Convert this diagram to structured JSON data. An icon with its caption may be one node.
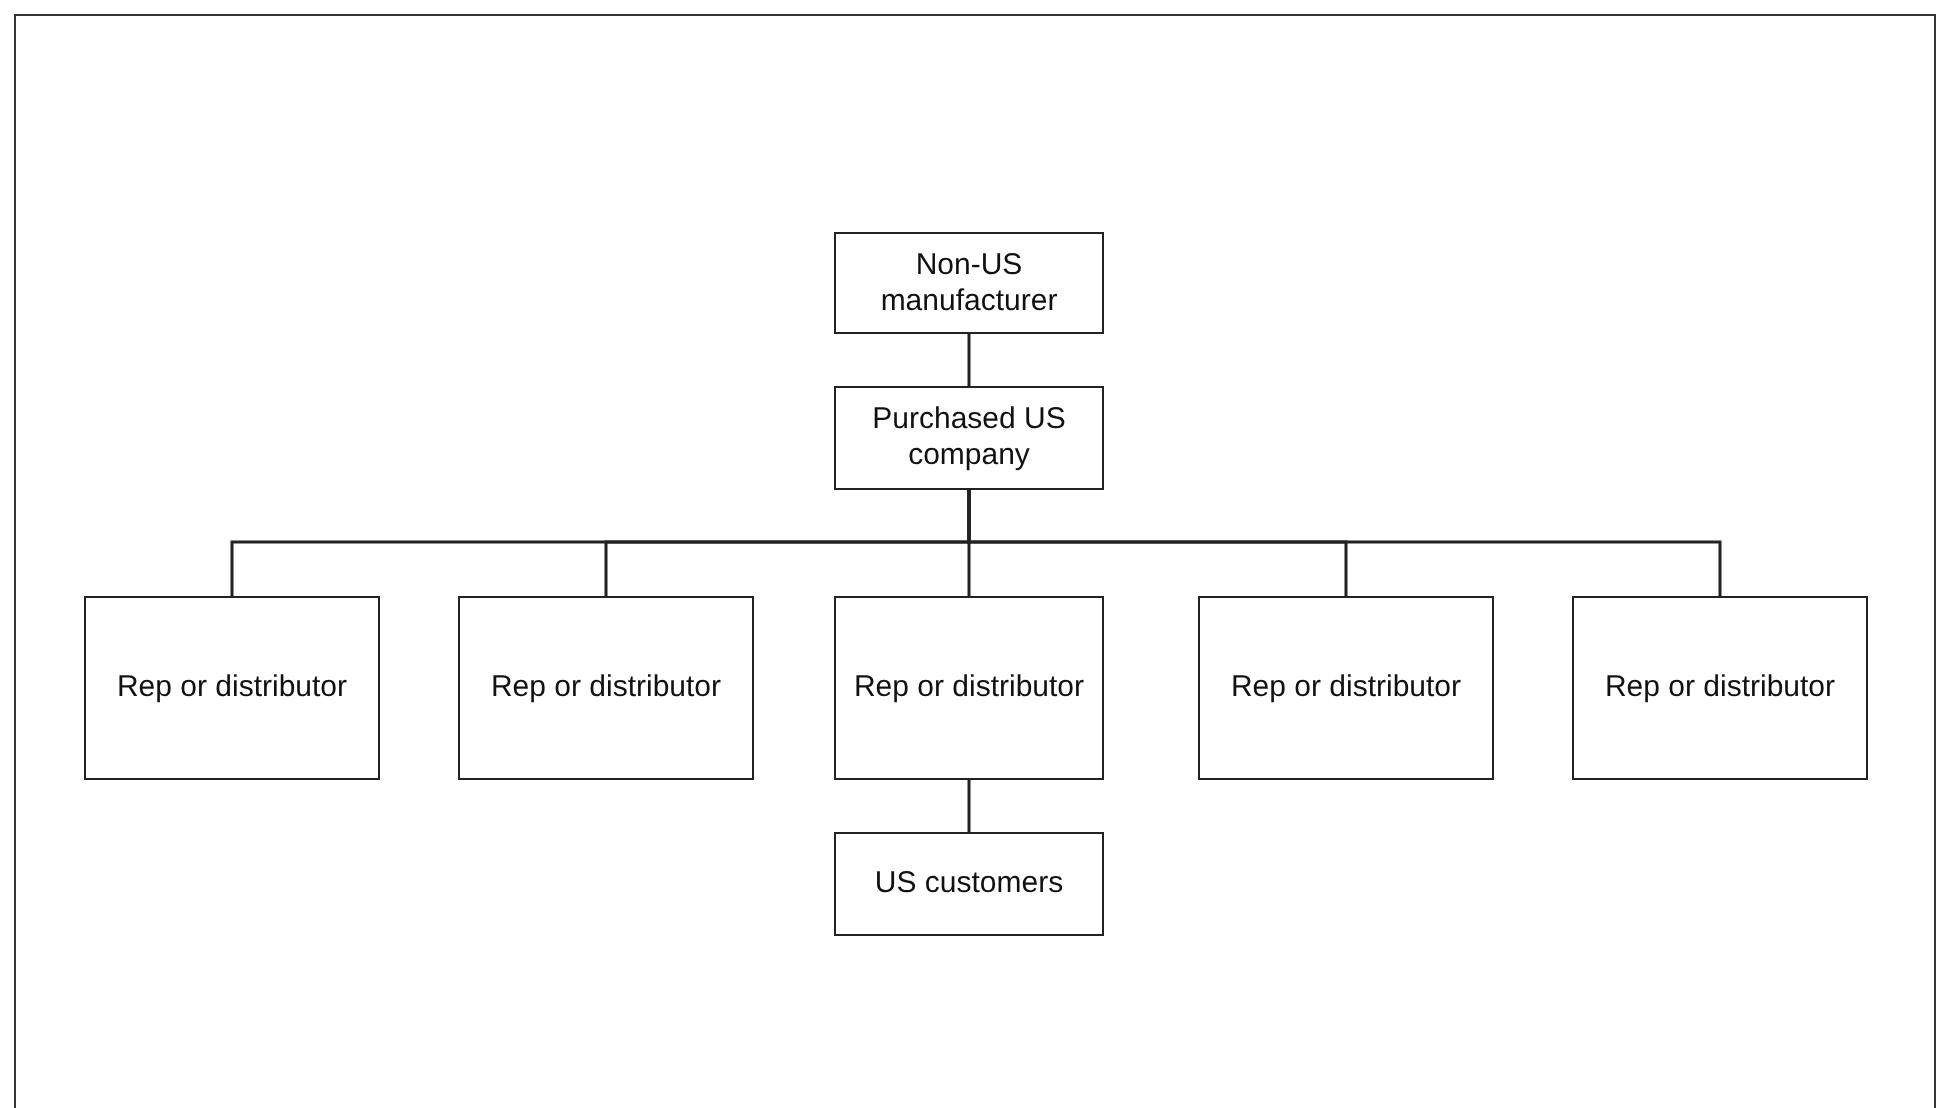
{
  "diagram": {
    "nodes": [
      {
        "text": [
          "Non-US manufacturer"
        ]
      },
      {
        "text": [
          "Purchased US company"
        ]
      },
      {
        "text": [
          "Rep or distributor"
        ]
      },
      {
        "text": [
          "Rep or distributor"
        ]
      },
      {
        "text": [
          "Rep or distributor"
        ]
      },
      {
        "text": [
          "Rep or distributor"
        ]
      },
      {
        "text": [
          "Rep or distributor"
        ]
      },
      {
        "text": [
          "US customers"
        ]
      }
    ],
    "edges": [
      {
        "from": 0,
        "to": 1,
        "arrow": "none"
      },
      {
        "from": 1,
        "to": 2,
        "arrow": "none"
      },
      {
        "from": 1,
        "to": 3,
        "arrow": "none"
      },
      {
        "from": 1,
        "to": 4,
        "arrow": "none"
      },
      {
        "from": 1,
        "to": 5,
        "arrow": "none"
      },
      {
        "from": 1,
        "to": 6,
        "arrow": "none"
      },
      {
        "from": 4,
        "to": 7,
        "arrow": "none"
      }
    ]
  }
}
